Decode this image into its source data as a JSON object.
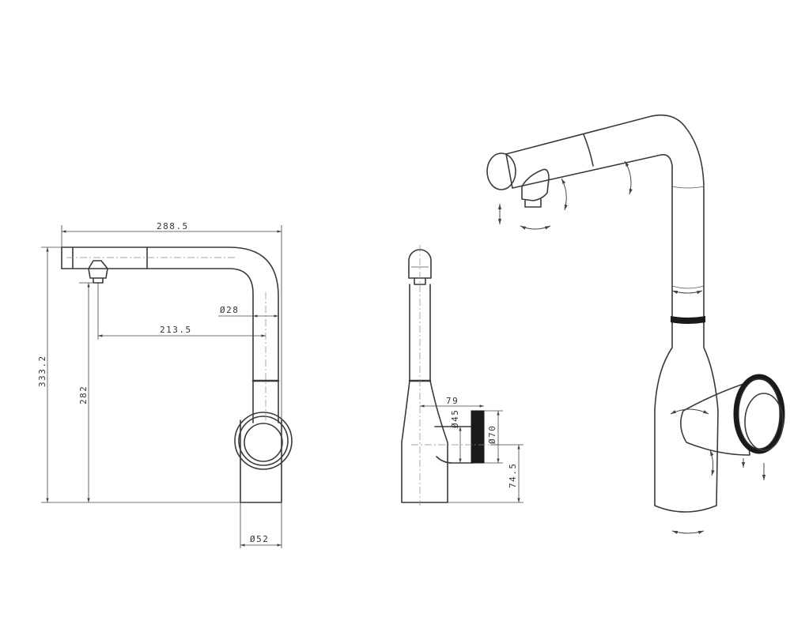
{
  "dimensions": {
    "overall_width": "288.5",
    "overall_height": "333.2",
    "spout_height": "282",
    "spout_reach": "213.5",
    "tube_diameter": "28",
    "base_diameter": "52",
    "handle_offset": "79",
    "handle_hub_diameter": "45",
    "handle_diameter": "70",
    "handle_height": "74.5"
  },
  "symbols": {
    "diameter": "Ø"
  }
}
